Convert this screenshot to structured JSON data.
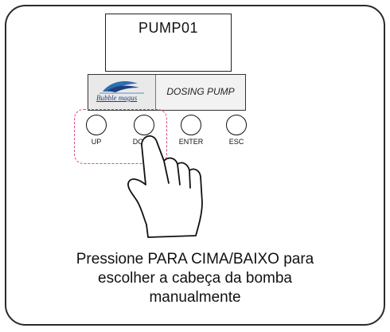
{
  "display": {
    "text": "PUMP01"
  },
  "panel": {
    "logo_text": "Bubble magus",
    "label": "DOSING PUMP"
  },
  "buttons": {
    "up": "UP",
    "down": "DOWN",
    "enter": "ENTER",
    "esc": "ESC"
  },
  "caption": {
    "line1": "Pressione PARA CIMA/BAIXO para",
    "line2": "escolher a cabeça da bomba",
    "line3": "manualmente"
  },
  "colors": {
    "highlight": "#d8478a",
    "logo": "#1f3f7a"
  }
}
